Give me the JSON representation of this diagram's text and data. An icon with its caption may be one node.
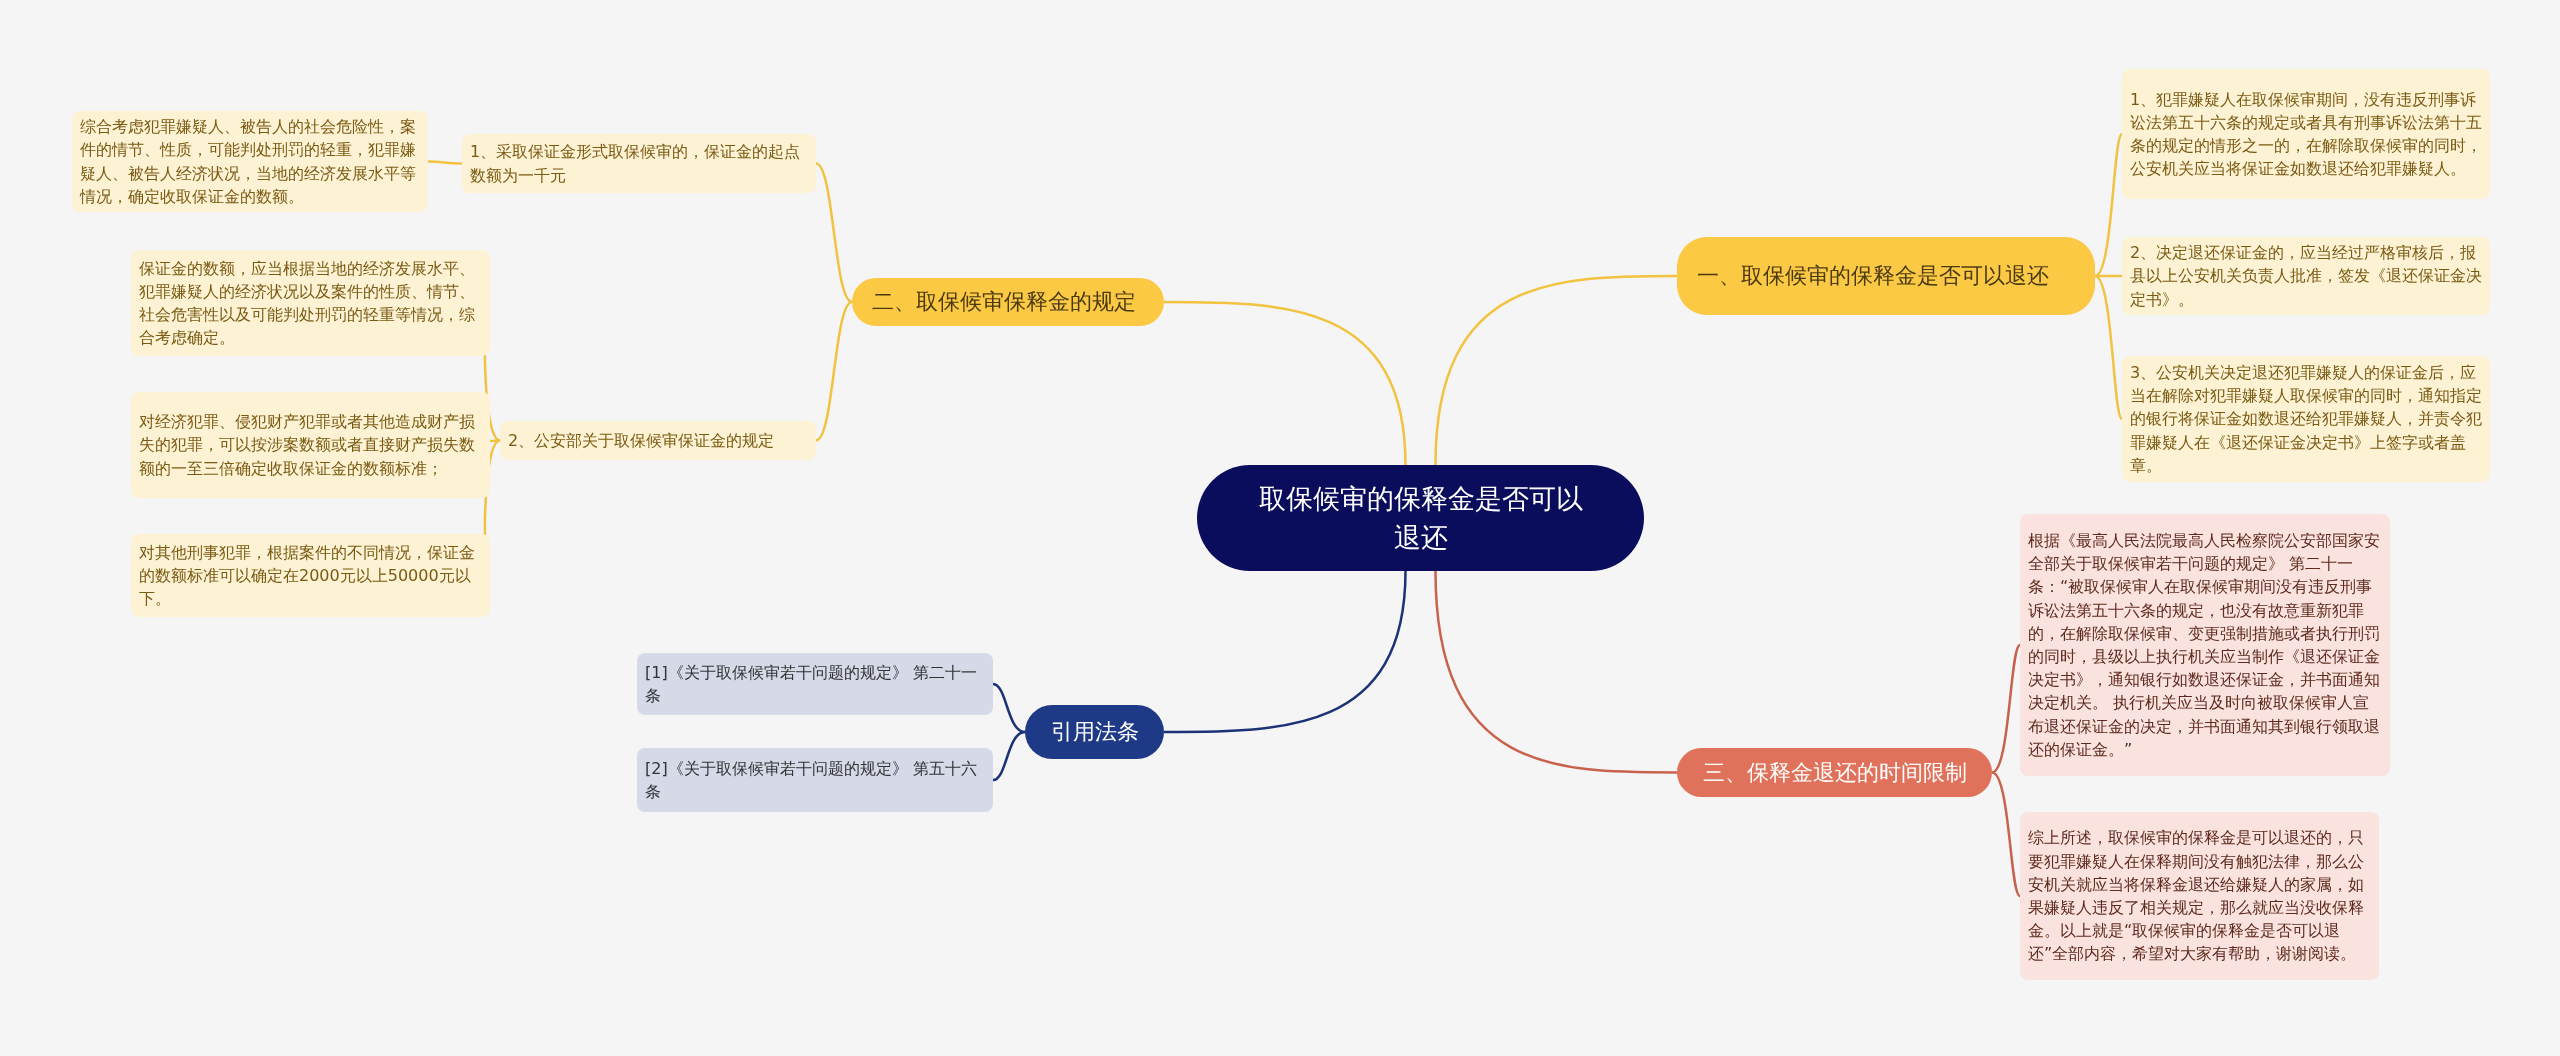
{
  "diagram": {
    "nodes": [
      {
        "text": [
          "取保候审的保释金是否可以退还"
        ]
      },
      {
        "text": [
          "一、取保候审的保释金是否可以退还"
        ]
      },
      {
        "text": [
          "1、犯罪嫌疑人在取保候审期间，没有违反刑事诉讼法第五十六条的规定或者具有刑事诉讼法第十五条的规定的情形之一的，在解除取保候审的同时，公安机关应当将保证金如数退还给犯罪嫌疑人。"
        ]
      },
      {
        "text": [
          "2、决定退还保证金的，应当经过严格审核后，报县以上公安机关负责人批准，签发《退还保证金决定书》。"
        ]
      },
      {
        "text": [
          "3、公安机关决定退还犯罪嫌疑人的保证金后，应当在解除对犯罪嫌疑人取保候审的同时，通知指定的银行将保证金如数退还给犯罪嫌疑人，并责令犯罪嫌疑人在《退还保证金决定书》上签字或者盖章。"
        ]
      },
      {
        "text": [
          "二、取保候审保释金的规定"
        ]
      },
      {
        "text": [
          "1、采取保证金形式取保候审的，保证金的起点数额为一千元"
        ]
      },
      {
        "text": [
          "综合考虑犯罪嫌疑人、被告人的社会危险性，案件的情节、性质，可能判处刑罚的轻重，犯罪嫌疑人、被告人经济状况，当地的经济发展水平等情况，确定收取保证金的数额。"
        ]
      },
      {
        "text": [
          "2、公安部关于取保候审保证金的规定"
        ]
      },
      {
        "text": [
          "保证金的数额，应当根据当地的经济发展水平、犯罪嫌疑人的经济状况以及案件的性质、情节、社会危害性以及可能判处刑罚的轻重等情况，综合考虑确定。"
        ]
      },
      {
        "text": [
          "对经济犯罪、侵犯财产犯罪或者其他造成财产损失的犯罪，可以按涉案数额或者直接财产损失数额的一至三倍确定收取保证金的数额标准；"
        ]
      },
      {
        "text": [
          "对其他刑事犯罪，根据案件的不同情况，保证金的数额标准可以确定在2000元以上50000元以下。"
        ]
      },
      {
        "text": [
          "三、保释金退还的时间限制"
        ]
      },
      {
        "text": [
          "根据《最高人民法院最高人民检察院公安部国家安全部关于取保候审若干问题的规定》 第二十一条：“被取保候审人在取保候审期间没有违反刑事诉讼法第五十六条的规定，也没有故意重新犯罪的，在解除取保候审、变更强制措施或者执行刑罚的同时，县级以上执行机关应当制作《退还保证金决定书》，通知银行如数退还保证金，并书面通知决定机关。 执行机关应当及时向被取保候审人宣布退还保证金的决定，并书面通知其到银行领取退还的保证金。”"
        ]
      },
      {
        "text": [
          "综上所述，取保候审的保释金是可以退还的，只要犯罪嫌疑人在保释期间没有触犯法律，那么公安机关就应当将保释金退还给嫌疑人的家属，如果嫌疑人违反了相关规定，那么就应当没收保释金。以上就是“取保候审的保释金是否可以退还”全部内容，希望对大家有帮助，谢谢阅读。"
        ]
      },
      {
        "text": [
          "引用法条"
        ]
      },
      {
        "text": [
          "[1]《关于取保候审若干问题的规定》 第二十一条"
        ]
      },
      {
        "text": [
          "[2]《关于取保候审若干问题的规定》 第五十六条"
        ]
      }
    ],
    "edges": [
      {
        "from": 0,
        "to": 1,
        "arrow": "none"
      },
      {
        "from": 1,
        "to": 2,
        "arrow": "none"
      },
      {
        "from": 1,
        "to": 3,
        "arrow": "none"
      },
      {
        "from": 1,
        "to": 4,
        "arrow": "none"
      },
      {
        "from": 0,
        "to": 5,
        "arrow": "none"
      },
      {
        "from": 5,
        "to": 6,
        "arrow": "none"
      },
      {
        "from": 6,
        "to": 7,
        "arrow": "none"
      },
      {
        "from": 5,
        "to": 8,
        "arrow": "none"
      },
      {
        "from": 8,
        "to": 9,
        "arrow": "none"
      },
      {
        "from": 8,
        "to": 10,
        "arrow": "none"
      },
      {
        "from": 8,
        "to": 11,
        "arrow": "none"
      },
      {
        "from": 0,
        "to": 12,
        "arrow": "none",
        "color": "#c9624c"
      },
      {
        "from": 12,
        "to": 13,
        "arrow": "none",
        "color": "#c9624c"
      },
      {
        "from": 12,
        "to": 14,
        "arrow": "none",
        "color": "#c9624c"
      },
      {
        "from": 0,
        "to": 15,
        "arrow": "none",
        "color": "#1b3276"
      },
      {
        "from": 15,
        "to": 16,
        "arrow": "none",
        "color": "#1b3276"
      },
      {
        "from": 15,
        "to": 17,
        "arrow": "none",
        "color": "#1b3276"
      }
    ]
  }
}
